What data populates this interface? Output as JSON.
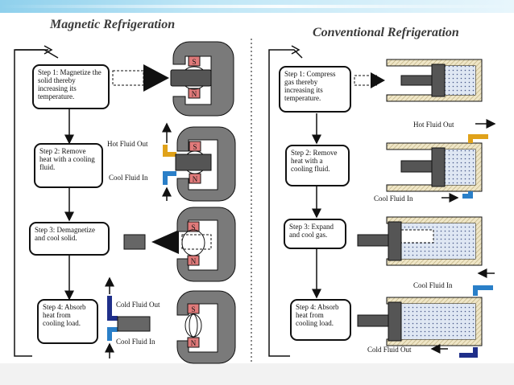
{
  "magnetic": {
    "title": "Magnetic Refrigeration",
    "steps": [
      "Step 1: Magnetize the solid thereby increasing its temperature.",
      "Step 2: Remove heat with a cooling fluid.",
      "Step 3: Demagnetize and cool solid.",
      "Step 4: Absorb heat from cooling load."
    ],
    "labels": {
      "hot_out": "Hot Fluid Out",
      "cool_in": "Cool Fluid In",
      "cold_out": "Cold Fluid Out",
      "cool_in_2": "Cool Fluid In"
    },
    "poles": {
      "s": "S",
      "n": "N"
    }
  },
  "conventional": {
    "title": "Conventional Refrigeration",
    "steps": [
      "Step 1: Compress gas thereby increasing its temperature.",
      "Step 2: Remove heat with a cooling fluid.",
      "Step 3: Expand and cool gas.",
      "Step 4: Absorb heat from cooling load."
    ],
    "labels": {
      "hot_out": "Hot Fluid Out",
      "cool_in": "Cool Fluid In",
      "cool_in_2": "Cool Fluid In",
      "cold_out": "Cold Fluid Out"
    }
  }
}
